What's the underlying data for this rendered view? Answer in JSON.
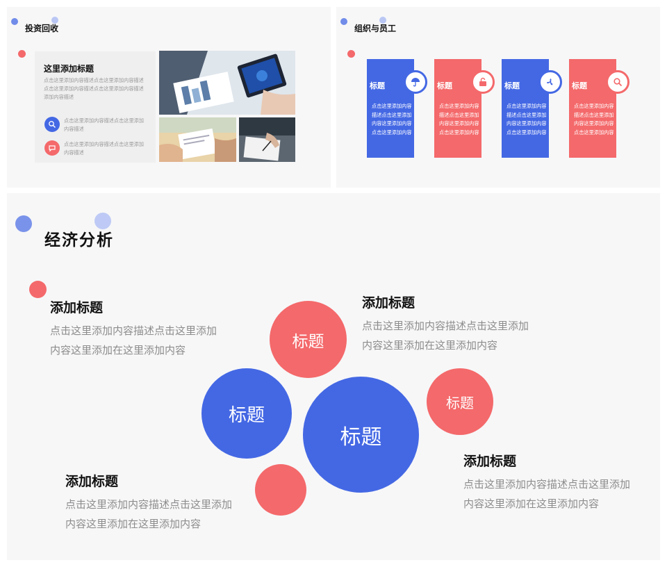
{
  "slide1": {
    "title": "投资回收",
    "card_heading": "这里添加标题",
    "card_body": "点击这里添加内容描述点击这里添加内容描述点击这里添加内容描述点击这里添加内容描述添加内容描述",
    "items": [
      {
        "icon": "magnifier-icon",
        "text": "点击这里添加内容描述点击这里添加内容描述"
      },
      {
        "icon": "chat-icon",
        "text": "点击这里添加内容描述点击这里添加内容描述"
      }
    ]
  },
  "slide2": {
    "title": "组织与员工",
    "columns": [
      {
        "heading": "标题",
        "body": "点击这里添加内容描述点击这里添加内容这里添加内容点击这里添加内容",
        "color": "#4468e4",
        "icon": "umbrella-icon"
      },
      {
        "heading": "标题",
        "body": "点击这里添加内容描述点击这里添加内容这里添加内容点击这里添加内容",
        "color": "#f4696b",
        "icon": "unlock-icon"
      },
      {
        "heading": "标题",
        "body": "点击这里添加内容描述点击这里添加内容这里添加内容点击这里添加内容",
        "color": "#4468e4",
        "icon": "fan-icon"
      },
      {
        "heading": "标题",
        "body": "点击这里添加内容描述点击这里添加内容这里添加内容点击这里添加内容",
        "color": "#f4696b",
        "icon": "search-icon"
      }
    ]
  },
  "slide3": {
    "title": "经济分析",
    "blocks": [
      {
        "heading": "添加标题",
        "body": "点击这里添加内容描述点击这里添加内容这里添加在这里添加内容"
      },
      {
        "heading": "添加标题",
        "body": "点击这里添加内容描述点击这里添加内容这里添加在这里添加内容"
      },
      {
        "heading": "添加标题",
        "body": "点击这里添加内容描述点击这里添加内容这里添加在这里添加内容"
      },
      {
        "heading": "添加标题",
        "body": "点击这里添加内容描述点击这里添加内容这里添加在这里添加内容"
      }
    ],
    "bubbles": [
      {
        "label": "标题"
      },
      {
        "label": "标题"
      },
      {
        "label": "标题"
      },
      {
        "label": "标题"
      },
      {
        "label": ""
      }
    ]
  },
  "colors": {
    "blue": "#4468e4",
    "red": "#f4696b",
    "light_blue": "#9fb2f2",
    "background": "#f7f7f8"
  }
}
